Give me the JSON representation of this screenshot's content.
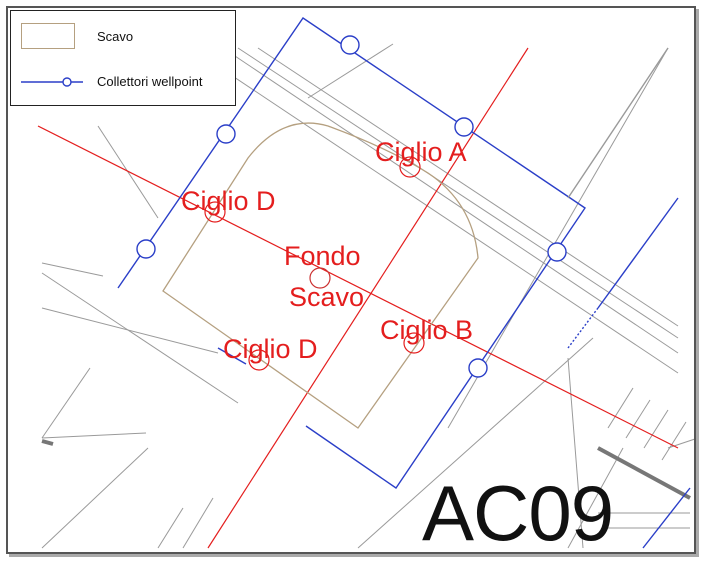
{
  "legend": {
    "items": [
      {
        "label": "Scavo",
        "symbol": "tan-rectangle",
        "color": "#b5a080"
      },
      {
        "label": "Collettori wellpoint",
        "symbol": "blue-line-with-circle",
        "color": "#2b3fc8"
      }
    ]
  },
  "labels": {
    "ciglio_a": "Ciglio A",
    "ciglio_b": "Ciglio B",
    "ciglio_d_upper": "Ciglio D",
    "ciglio_d_lower": "Ciglio D",
    "fondo": "Fondo",
    "scavo": "Scavo"
  },
  "site_code": "AC09",
  "colors": {
    "collector": "#2b3fc8",
    "excavation": "#b5a080",
    "section_line": "#e41e1e",
    "background_lines": "#9a9a9a",
    "text_label": "#e41e1e"
  }
}
